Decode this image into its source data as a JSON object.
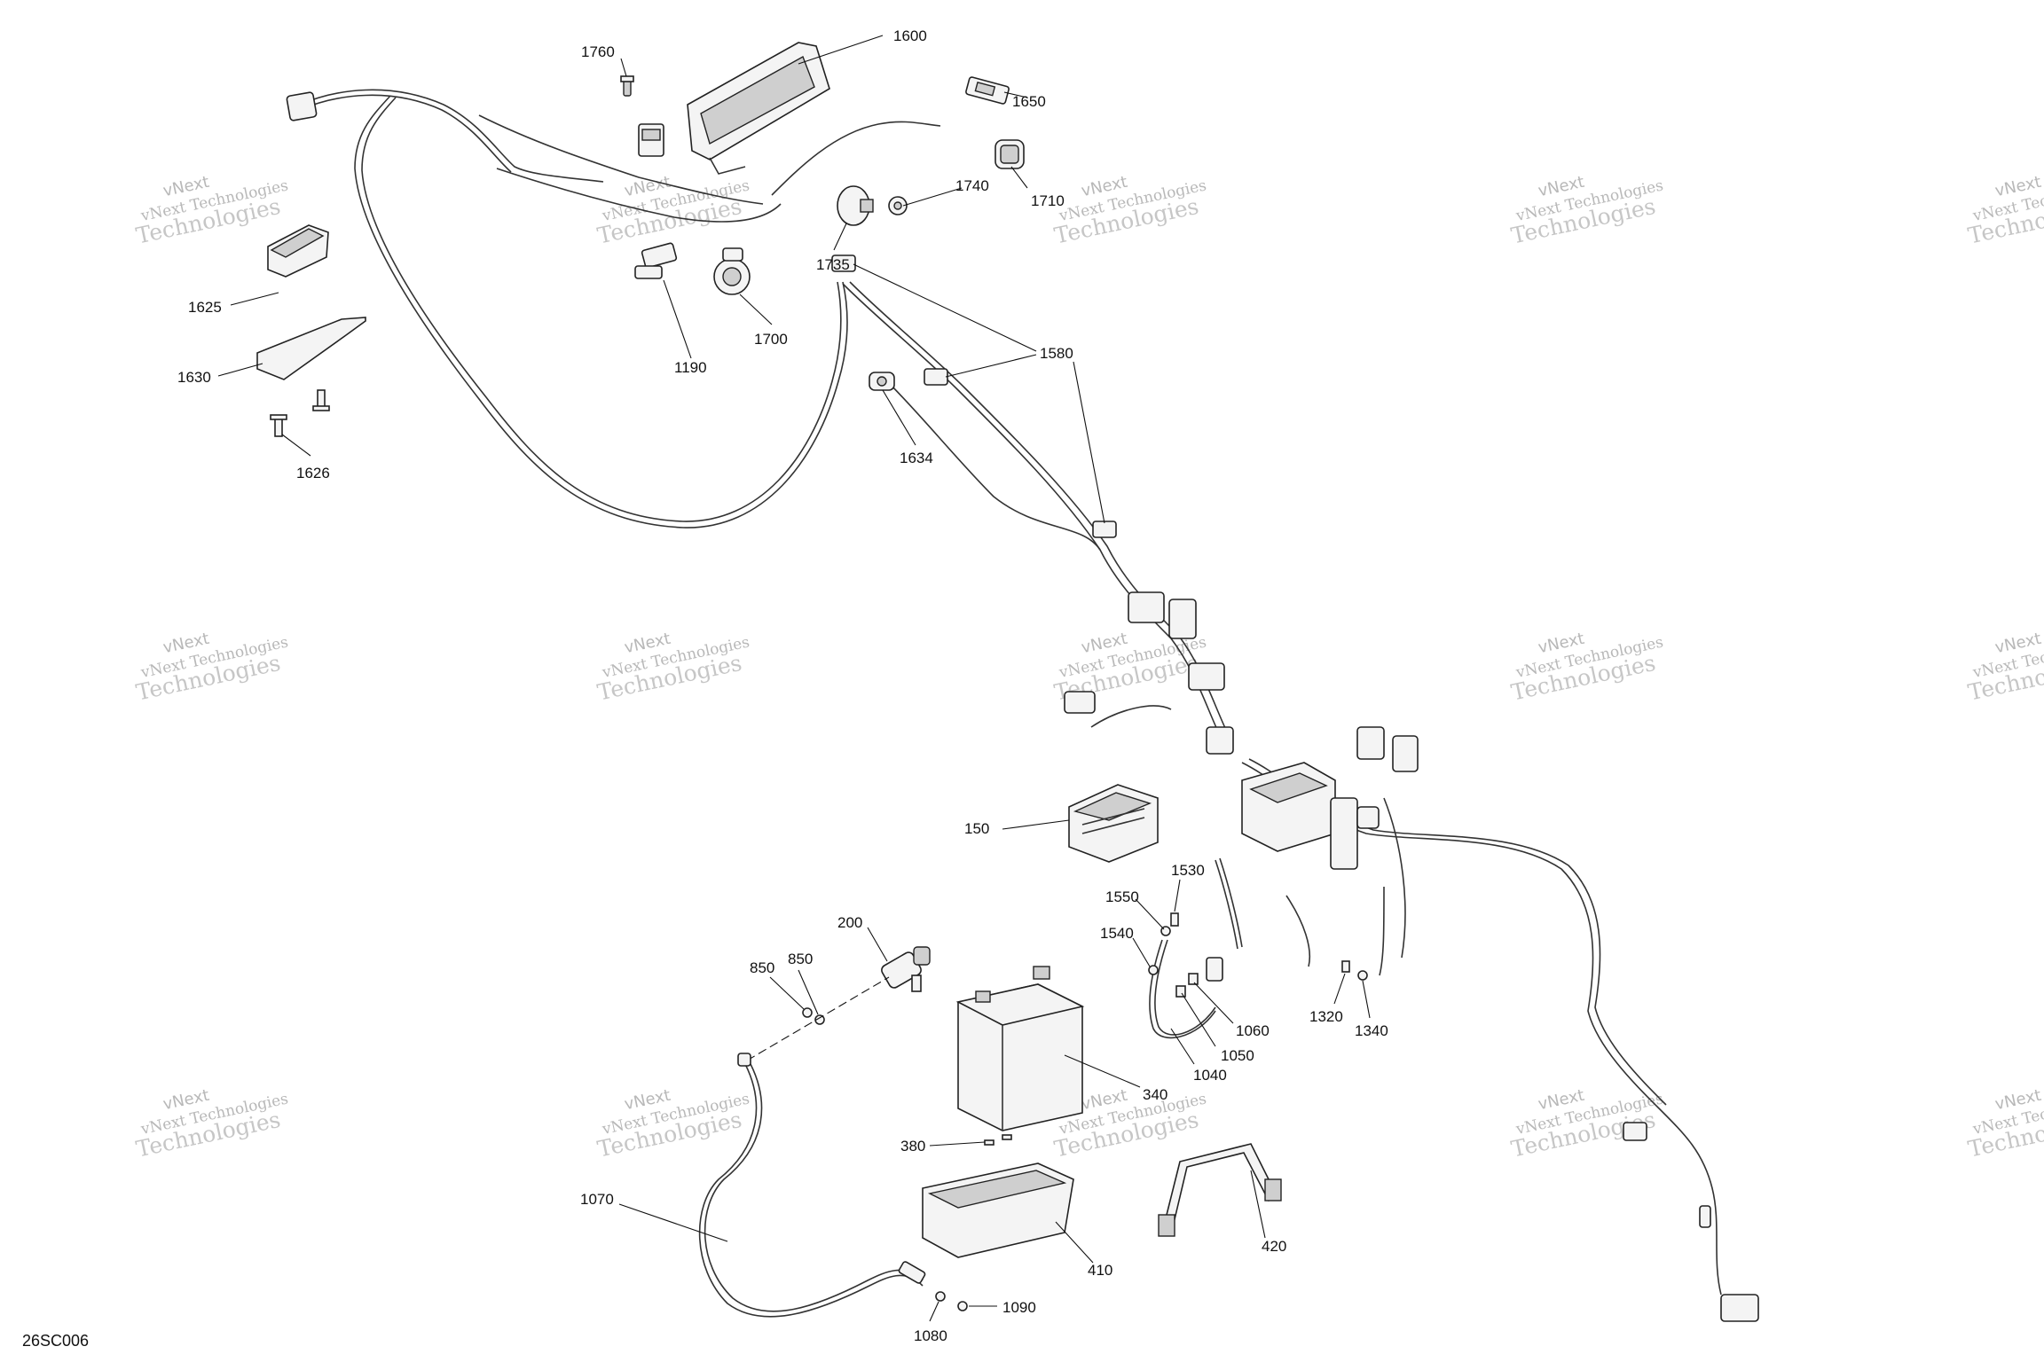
{
  "diagram_code": "26SC006",
  "watermark": {
    "line1": "vNext Technologies",
    "line2": "Technologies",
    "line3": "vNext"
  },
  "callouts": {
    "c1600": "1600",
    "c1760": "1760",
    "c1650": "1650",
    "c1740": "1740",
    "c1710": "1710",
    "c1735": "1735",
    "c1625": "1625",
    "c1630": "1630",
    "c1626": "1626",
    "c1190": "1190",
    "c1700": "1700",
    "c1580": "1580",
    "c1634": "1634",
    "c150": "150",
    "c1530": "1530",
    "c1550": "1550",
    "c1540": "1540",
    "c200": "200",
    "c850a": "850",
    "c850b": "850",
    "c1060": "1060",
    "c1050": "1050",
    "c1040": "1040",
    "c1320": "1320",
    "c1340": "1340",
    "c340": "340",
    "c380": "380",
    "c1070": "1070",
    "c410": "410",
    "c420": "420",
    "c1090": "1090",
    "c1080": "1080"
  }
}
